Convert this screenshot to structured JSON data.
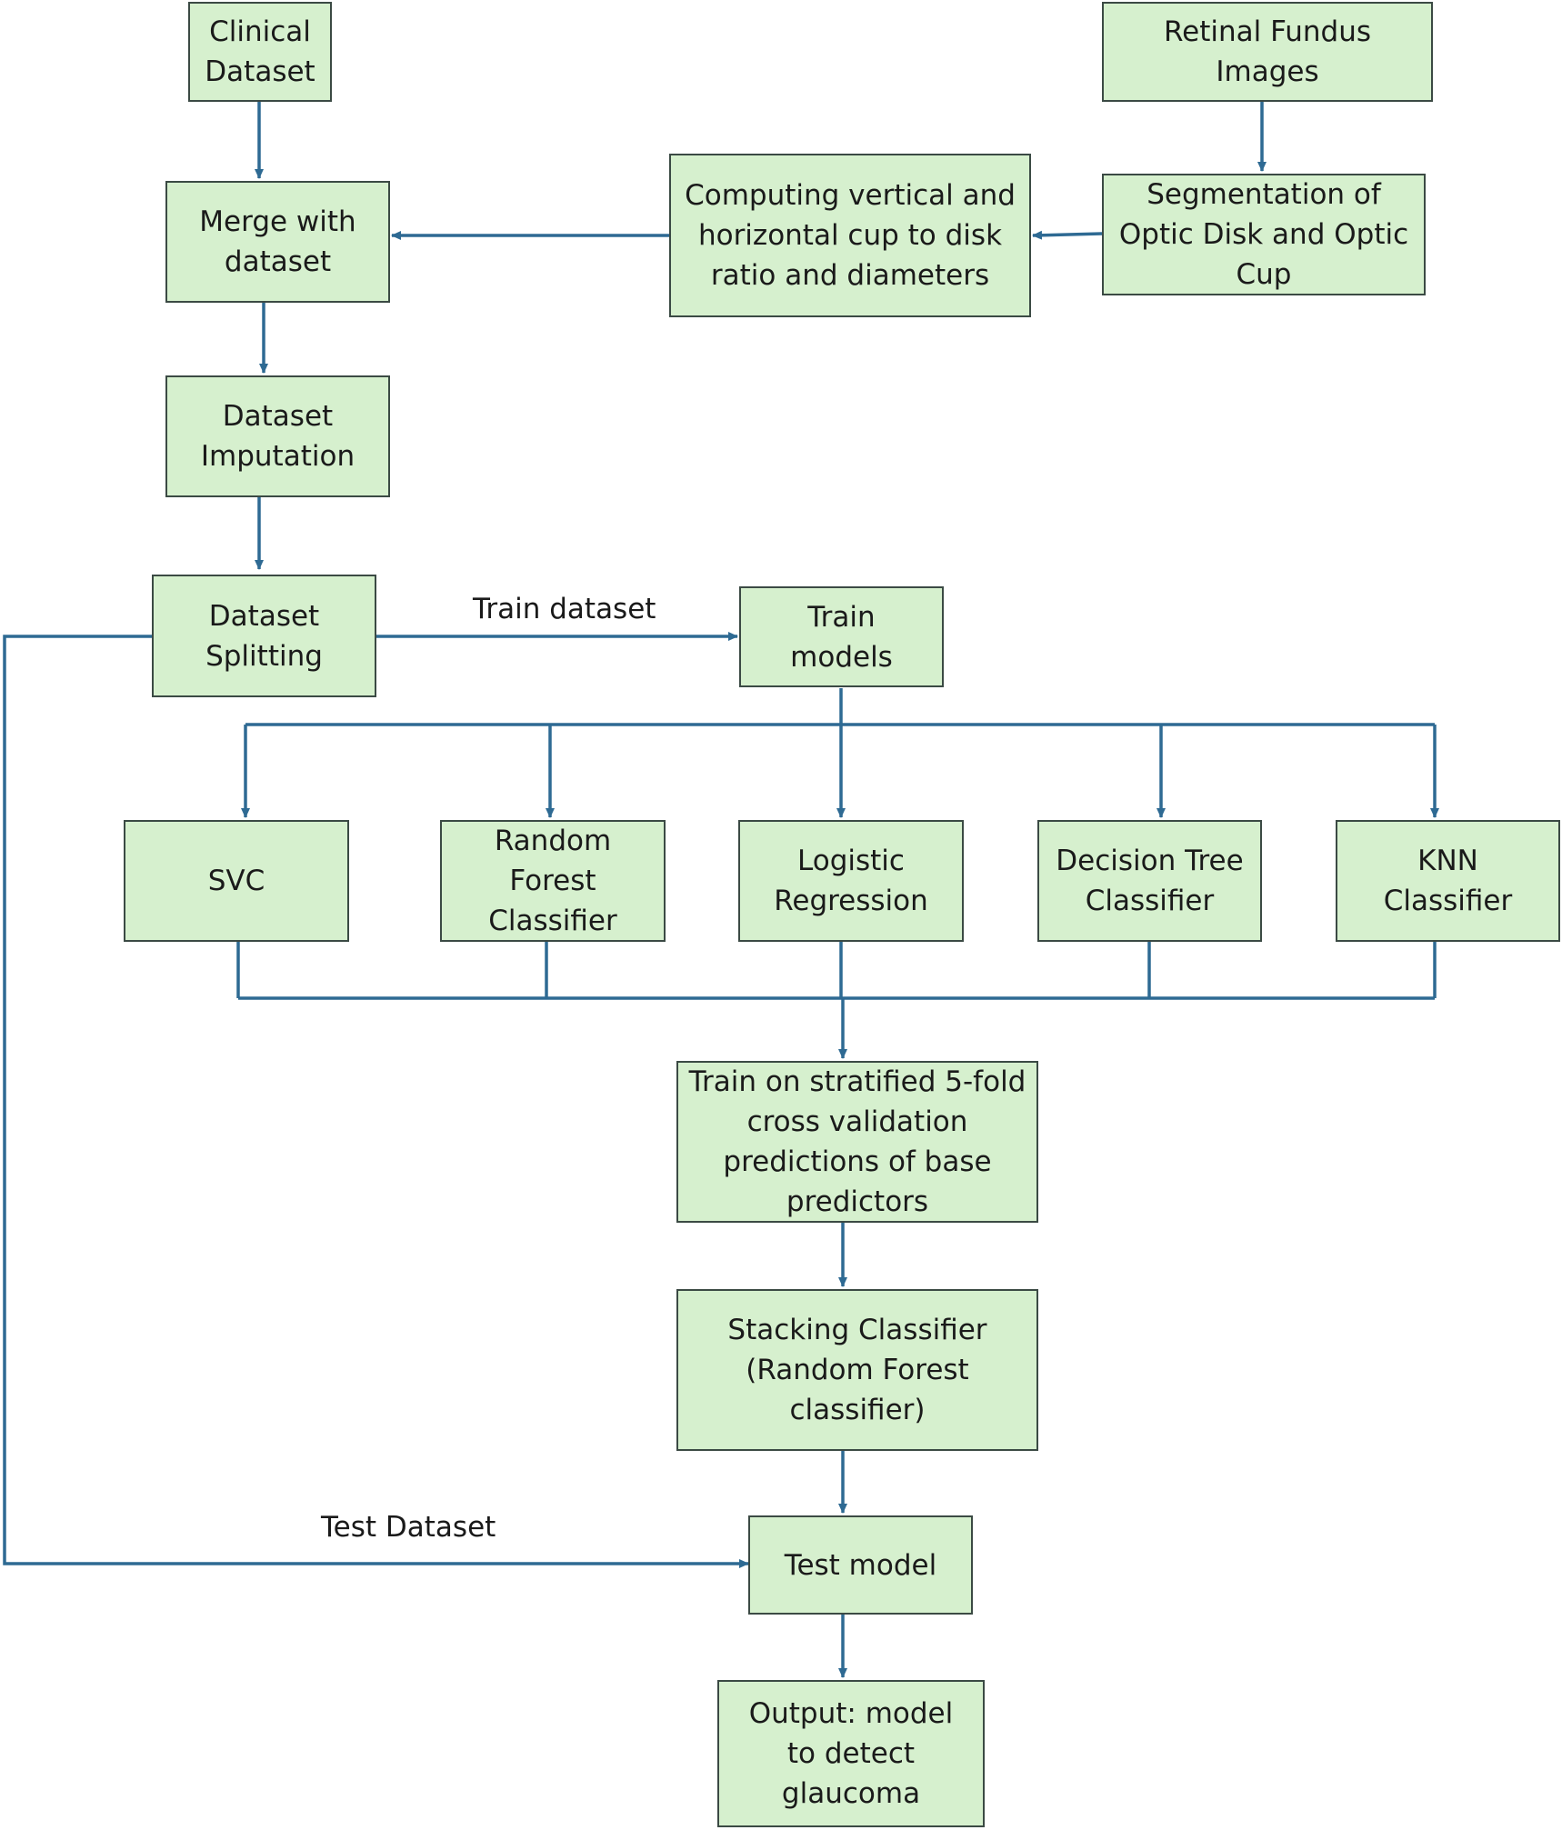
{
  "colors": {
    "box_fill": "#d6f0ce",
    "box_border": "#3b4a44",
    "connector": "#2e6a93"
  },
  "nodes": {
    "clinical_dataset": "Clinical\nDataset",
    "retinal_fundus_images": "Retinal Fundus\nImages",
    "merge_with_dataset": "Merge with\ndataset",
    "computing_cup_disk_ratio": "Computing vertical and\nhorizontal cup to disk\nratio and diameters",
    "segmentation": "Segmentation of\nOptic Disk and Optic\nCup",
    "dataset_imputation": "Dataset\nImputation",
    "dataset_splitting": "Dataset\nSplitting",
    "train_models": "Train\nmodels",
    "svc": "SVC",
    "random_forest": "Random\nForest\nClassifier",
    "logistic_regression": "Logistic\nRegression",
    "decision_tree": "Decision Tree\nClassifier",
    "knn": "KNN\nClassifier",
    "stratified_cv": "Train on stratified 5-fold\ncross validation\npredictions of base\npredictors",
    "stacking_classifier": "Stacking Classifier\n(Random Forest\nclassifier)",
    "test_model": "Test model",
    "output": "Output: model\nto detect\nglaucoma"
  },
  "edge_labels": {
    "train_dataset": "Train dataset",
    "test_dataset": "Test Dataset"
  }
}
